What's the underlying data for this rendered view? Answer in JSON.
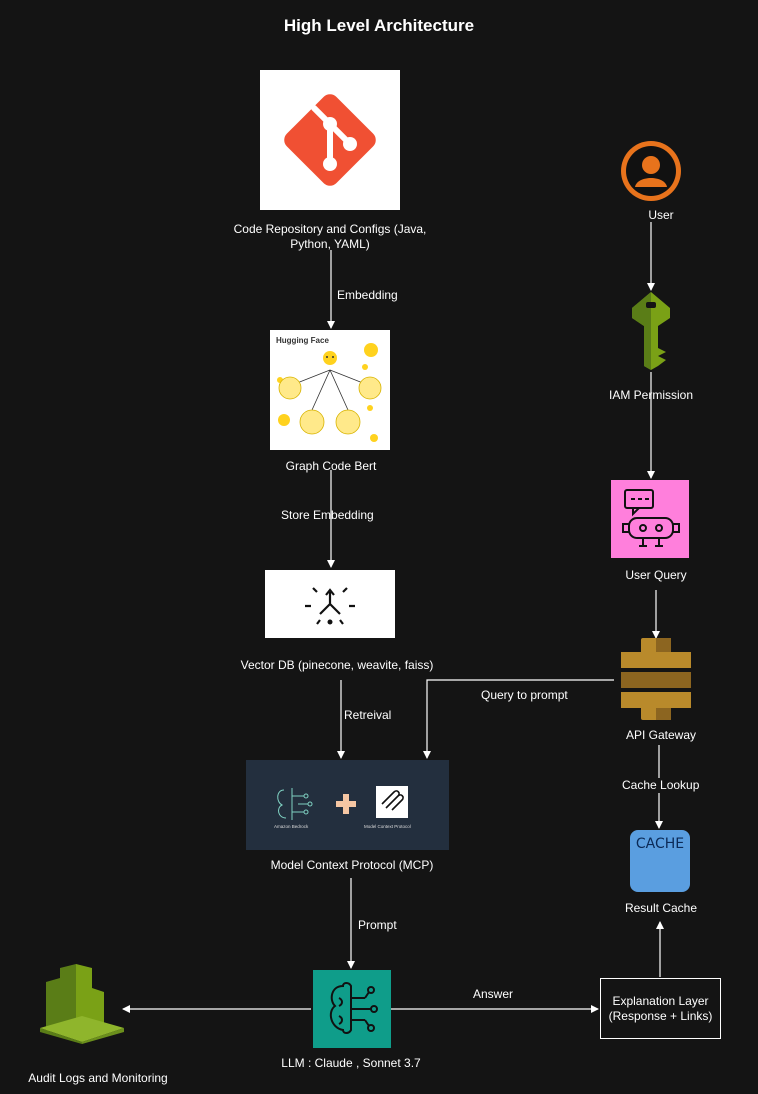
{
  "title": "High Level Architecture",
  "nodes": {
    "code_repo": "Code Repository and Configs (Java,\nPython, YAML)",
    "graph_bert": "Graph Code Bert",
    "hugging_face_title": "Hugging Face",
    "vector_db": "Vector DB (pinecone, weavite, faiss)",
    "mcp": "Model Context Protocol (MCP)",
    "mcp_left_caption": "Amazon Bedrock",
    "mcp_right_caption": "Model Context Protocol",
    "llm": "LLM : Claude , Sonnet 3.7",
    "audit": "Audit Logs and Monitoring",
    "user": "User",
    "iam": "IAM Permission",
    "user_query": "User Query",
    "api_gateway": "API Gateway",
    "result_cache": "Result Cache",
    "cache_icon_text": "CACHE",
    "explanation": "Explanation Layer\n(Response + Links)"
  },
  "edges": {
    "embedding": "Embedding",
    "store_embedding": "Store Embedding",
    "retreival": "Retreival",
    "query_to_prompt": "Query to prompt",
    "prompt": "Prompt",
    "answer": "Answer",
    "cache_lookup": "Cache Lookup"
  },
  "colors": {
    "background": "#141414",
    "git": "#f05033",
    "user": "#e8731c",
    "iam": "#7aa116",
    "user_query": "#ff7fdc",
    "api_gateway": "#b98a2b",
    "cache": "#5a9ee0",
    "llm": "#0f9d8a",
    "audit": "#7aa116",
    "mcp_panel": "#232f3e"
  }
}
